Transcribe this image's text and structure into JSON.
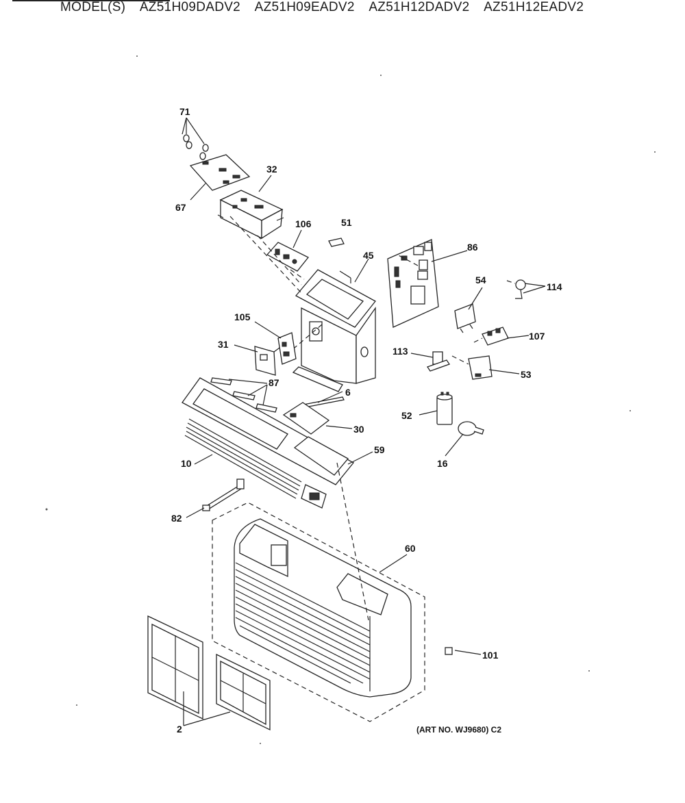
{
  "header": {
    "models_label": "MODEL(S)",
    "models": [
      "AZ51H09DADV2",
      "AZ51H09EADV2",
      "AZ51H12DADV2",
      "AZ51H12EADV2"
    ]
  },
  "callouts": [
    "71",
    "32",
    "67",
    "106",
    "51",
    "45",
    "86",
    "54",
    "114",
    "107",
    "105",
    "31",
    "113",
    "53",
    "87",
    "6",
    "52",
    "30",
    "59",
    "16",
    "10",
    "82",
    "60",
    "101",
    "2"
  ],
  "art_number": "(ART NO. WJ9680) C2"
}
